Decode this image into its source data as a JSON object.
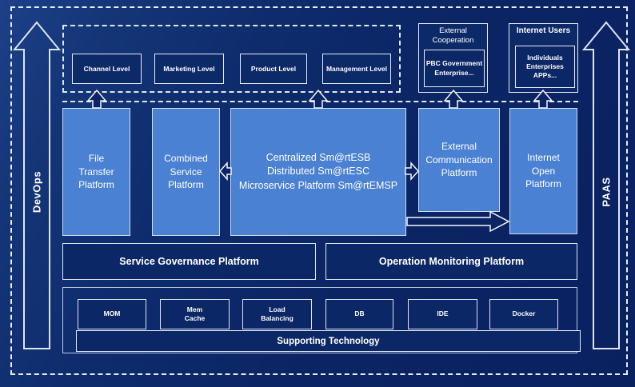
{
  "diagram": {
    "side_rails": {
      "left_label": "DevOps",
      "right_label": "PAAS"
    },
    "levels": [
      "Channel Level",
      "Marketing Level",
      "Product Level",
      "Management Level"
    ],
    "external_cooperation": {
      "title": "External\nCooperation",
      "members": "PBC Government\nEnterprise..."
    },
    "internet_users": {
      "title": "Internet Users",
      "members": "Individuals\nEnterprises\nAPPs..."
    },
    "platforms": {
      "file_transfer": "File\nTransfer\nPlatform",
      "combined_service": "Combined\nService\nPlatform",
      "central": "Centralized Sm@rtESB\nDistributed Sm@rtESC\nMicroservice Platform Sm@rtEMSP",
      "external_communication": "External\nCommunication\nPlatform",
      "internet_open": "Internet\nOpen\nPlatform"
    },
    "governance_label": "Service Governance Platform",
    "monitoring_label": "Operation Monitoring Platform",
    "technologies": [
      "MOM",
      "Mem\nCache",
      "Load\nBalancing",
      "DB",
      "IDE",
      "Docker"
    ],
    "supporting_label": "Supporting Technology",
    "colors": {
      "background": "#0b2463",
      "box_dark": "#0d2a68",
      "box_light": "#4a81d2",
      "border_light": "#e8edf7",
      "dashed_line": "#e9eef8"
    }
  }
}
